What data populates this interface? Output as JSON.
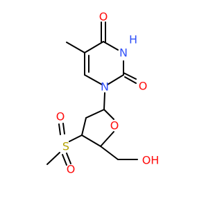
{
  "molecule": {
    "colors": {
      "carbon_bond": "#000000",
      "nitrogen": "#3050F8",
      "oxygen": "#FF0D0D",
      "sulfur": "#B2A100"
    },
    "atoms": {
      "o_top": "O",
      "n_h": "H",
      "n_nh": "N",
      "o_right": "O",
      "n_ring": "N",
      "o_furan": "O",
      "o_hydroxyl": "OH",
      "o_sulfonyl_top": "O",
      "s_sulfonyl": "S",
      "o_sulfonyl_bottom": "O"
    }
  }
}
